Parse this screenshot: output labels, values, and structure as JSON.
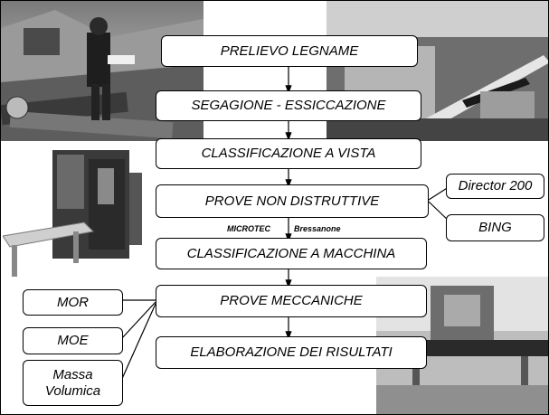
{
  "flow": {
    "steps": [
      "PRELIEVO LEGNAME",
      "SEGAGIONE - ESSICCAZIONE",
      "CLASSIFICAZIONE A VISTA",
      "PROVE NON DISTRUTTIVE",
      "CLASSIFICAZIONE A MACCHINA",
      "PROVE MECCANICHE",
      "ELABORAZIONE DEI RISULTATI"
    ]
  },
  "ndt": {
    "left_label": "MICROTEC",
    "right_label": "Bressanone",
    "tools": [
      "Director 200",
      "BING"
    ]
  },
  "mechanical": {
    "outputs": [
      "MOR",
      "MOE",
      "Massa Volumica"
    ]
  },
  "photos": [
    "forest-logging-photo",
    "sawmill-saw-photo",
    "grading-machine-photo",
    "testing-machine-photo"
  ]
}
